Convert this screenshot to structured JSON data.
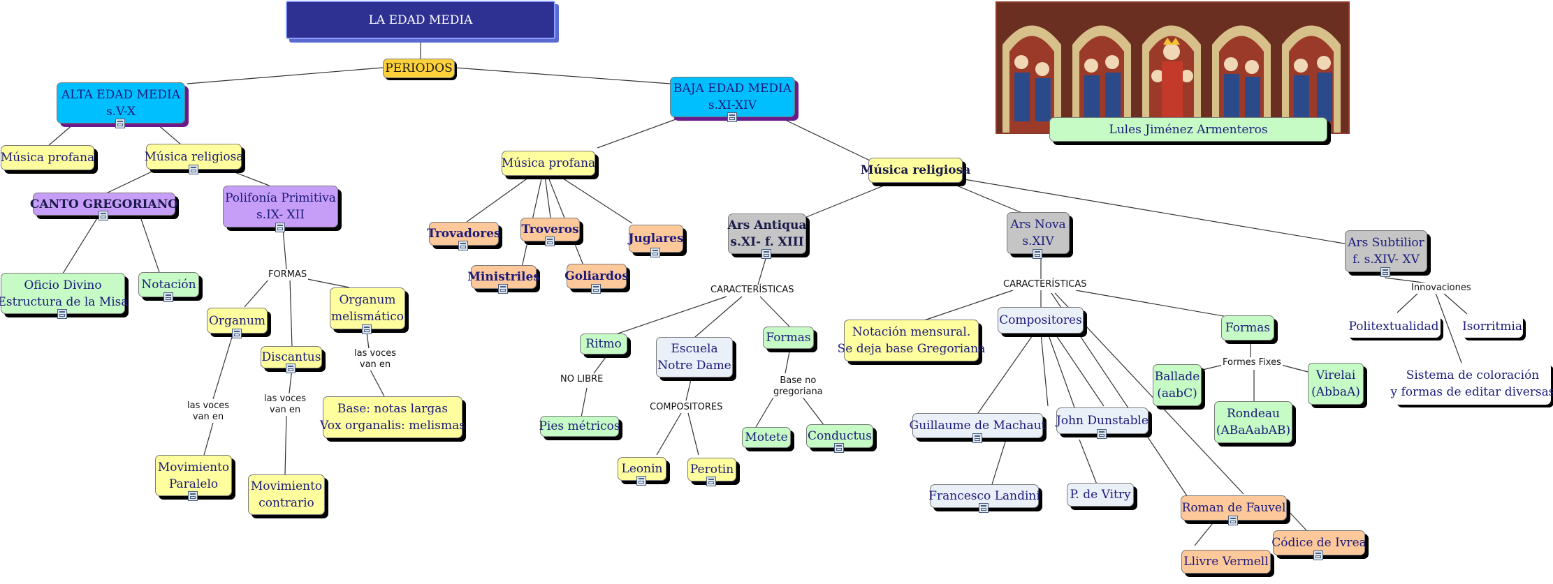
{
  "title": "LA EDAD MEDIA",
  "periodos": "PERIODOS",
  "author": "Lules Jiménez Armenteros",
  "alta": {
    "line1": "ALTA EDAD MEDIA",
    "line2": "s.V-X"
  },
  "baja": {
    "line1": "BAJA EDAD MEDIA",
    "line2": "s.XI-XIV"
  },
  "alta_profana": "Música profana",
  "alta_religiosa": "Música religiosa",
  "canto": "CANTO GREGORIANO",
  "polifonia": {
    "line1": "Polifonía Primitiva",
    "line2": "s.IX- XII"
  },
  "oficio": {
    "line1": "Oficio Divino",
    "line2": "Estructura de la Misa"
  },
  "notacion": "Notación",
  "formas_label": "FORMAS",
  "organum": "Organum",
  "organum_mel": {
    "line1": "Organum",
    "line2": "melismático"
  },
  "discantus": "Discantus",
  "voces1": {
    "line1": "las voces",
    "line2": "van en"
  },
  "voces2": {
    "line1": "las voces",
    "line2": "van en"
  },
  "voces3": {
    "line1": "las voces",
    "line2": "van en"
  },
  "mov_paralelo": {
    "line1": "Movimiento",
    "line2": "Paralelo"
  },
  "mov_contrario": {
    "line1": "Movimiento",
    "line2": "contrario"
  },
  "base_notas": {
    "line1": "Base: notas largas",
    "line2": "Vox organalis: melismas"
  },
  "baja_profana": "Música profana",
  "trovadores": "Trovadores",
  "troveros": "Troveros",
  "juglares": "Juglares",
  "ministriles": "Ministriles",
  "goliardos": "Goliardos",
  "baja_religiosa": "Música religiosa",
  "ars_antiqua": {
    "line1": "Ars Antiqua",
    "line2": "s.XI- f. XIII"
  },
  "ars_nova": {
    "line1": "Ars Nova",
    "line2": "s.XIV"
  },
  "ars_subtilior": {
    "line1": "Ars Subtilior",
    "line2": "f. s.XIV- XV"
  },
  "caract1": "CARACTERÍSTICAS",
  "caract2": "CARACTERÍSTICAS",
  "innovaciones": "Innovaciones",
  "ritmo": "Ritmo",
  "no_libre": "NO LIBRE",
  "pies": "Pies métricos",
  "escuela": {
    "line1": "Escuela",
    "line2": "Notre Dame"
  },
  "compositores_label": "COMPOSITORES",
  "leonin": "Leonin",
  "perotin": "Perotin",
  "formas_aa": "Formas",
  "base_no": {
    "line1": "Base no",
    "line2": "gregoriana"
  },
  "motete": "Motete",
  "conductus": "Conductus",
  "notacion_mensural": {
    "line1": "Notación mensural.",
    "line2": "Se deja base Gregoriana"
  },
  "compositores_node": "Compositores",
  "formas_an": "Formas",
  "formes_fixes": "Formes Fixes",
  "machaut": "Guillaume de Machaut",
  "landini": "Francesco Landini",
  "dunstable": "John Dunstable",
  "vitry": "P. de Vitry",
  "fauvel": "Roman de Fauvel",
  "vermell": "Llivre Vermell",
  "ivrea": "Códice de Ivrea",
  "ballade": {
    "line1": "Ballade",
    "line2": "(aabC)"
  },
  "virelai": {
    "line1": "Virelai",
    "line2": "(AbbaA)"
  },
  "rondeau": {
    "line1": "Rondeau",
    "line2": "(ABaAabAB)"
  },
  "politextualidad": "Politextualidad",
  "isorritmia": "Isorritmia",
  "sistema": {
    "line1": "Sistema de coloración",
    "line2": "y formas de editar diversas"
  },
  "colors": {
    "title_bg": "#2e3192",
    "blue": "#00bfff",
    "yellow": "#fefe9e",
    "purple": "#c79ef7",
    "green": "#c6fbc6",
    "orange": "#fdc89a",
    "gray": "#c5c5c5",
    "gold": "#ffd23a"
  }
}
